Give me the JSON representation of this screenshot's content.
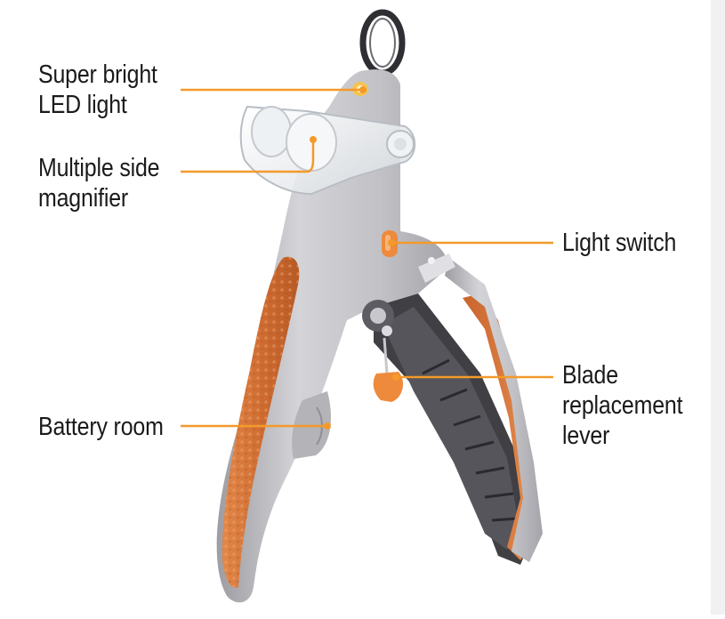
{
  "labels": {
    "led_light": [
      "Super bright",
      "LED light"
    ],
    "magnifier": [
      "Multiple side",
      "magnifier"
    ],
    "light_switch": [
      "Light switch"
    ],
    "blade_lever": [
      "Blade",
      "replacement",
      "lever"
    ],
    "battery_room": [
      "Battery room"
    ]
  },
  "colors": {
    "callout_line": "#f39a2b",
    "body_gray": "#b9b9bd",
    "grip_orange": "#d9773a",
    "handle_dark": "#4b4b4f",
    "background": "#ffffff"
  }
}
